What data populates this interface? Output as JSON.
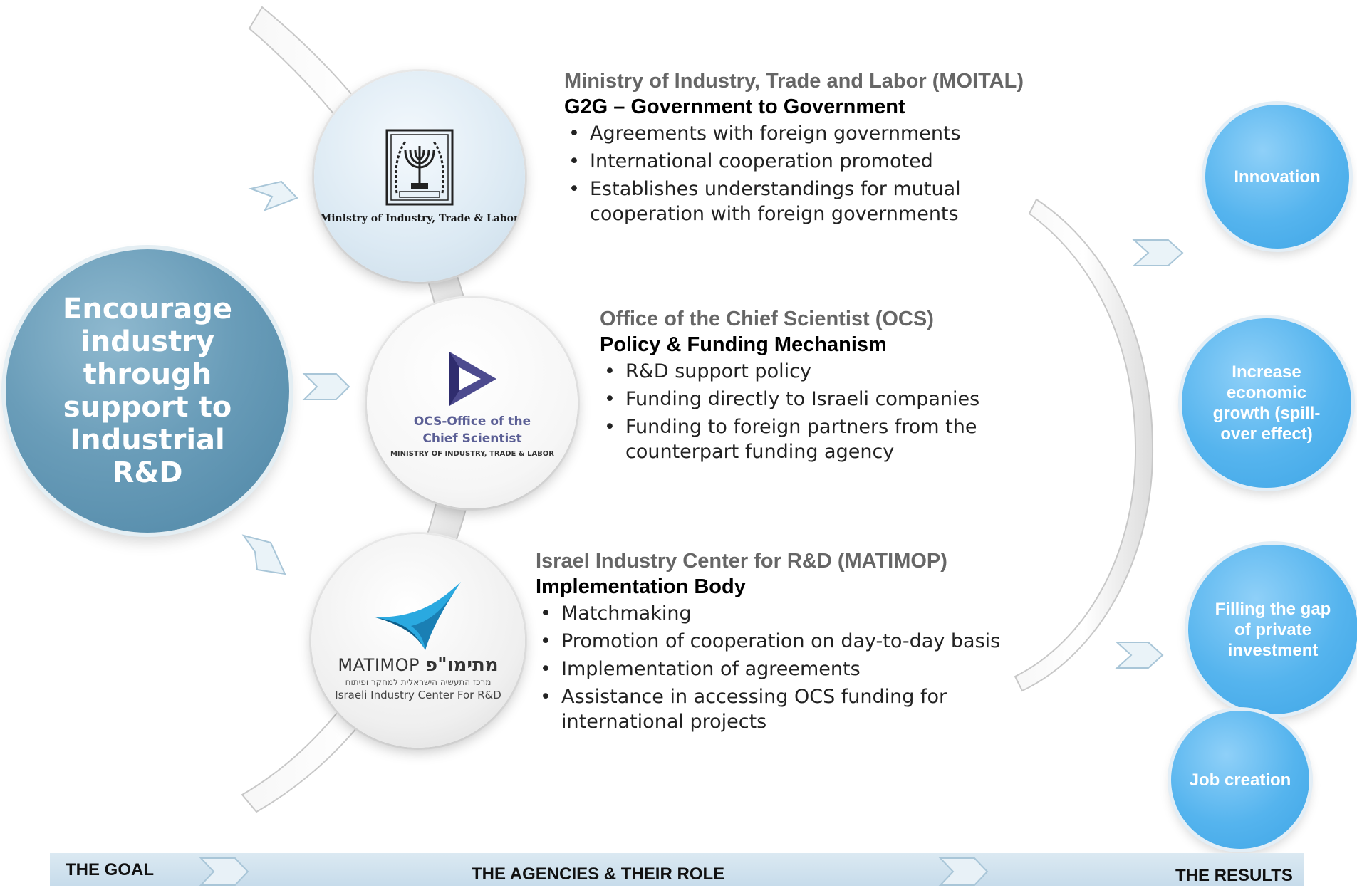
{
  "goal": {
    "text": "Encourage industry through support to Industrial R&D"
  },
  "agencies": [
    {
      "logo_caption": "Ministry of Industry, Trade & Labor",
      "name": "Ministry of Industry, Trade and Labor (MOITAL)",
      "role": "G2G – Government to Government",
      "bullets": [
        "Agreements with foreign governments",
        "International cooperation promoted",
        "Establishes understandings for mutual cooperation with foreign governments"
      ]
    },
    {
      "logo_name": "OCS-Office of the Chief Scientist",
      "logo_subtitle": "MINISTRY OF INDUSTRY, TRADE & LABOR",
      "name": "Office of the Chief Scientist (OCS)",
      "role": "Policy & Funding Mechanism",
      "bullets": [
        "R&D support policy",
        "Funding directly to Israeli companies",
        "Funding to foreign partners from the counterpart funding agency"
      ]
    },
    {
      "logo_name_latin": "MATIMOP",
      "logo_name_hebrew": "מתימו\"פ",
      "logo_subtitle_hebrew": "מרכז התעשיה הישראלית למחקר ופיתוח",
      "logo_subtitle": "Israeli Industry Center For R&D",
      "name": "Israel Industry Center for R&D (MATIMOP)",
      "role": "Implementation Body",
      "bullets": [
        "Matchmaking",
        "Promotion of cooperation on day-to-day basis",
        "Implementation of agreements",
        "Assistance in accessing OCS funding for international projects"
      ]
    }
  ],
  "results": [
    "Innovation",
    "Increase economic growth (spill-over effect)",
    "Filling the gap of private investment",
    "Job creation"
  ],
  "bottom_bar": {
    "goal_label": "THE GOAL",
    "agencies_label": "THE AGENCIES & THEIR ROLE",
    "results_label": "THE RESULTS"
  },
  "colors": {
    "goal_circle": "#6a9db9",
    "result_circle": "#55b4ee",
    "agency_name": "#666666",
    "ocs_logo": "#5b5f95",
    "matimop_logo": "#2aa9e0",
    "bottom_bar": "#cfe1ee"
  }
}
